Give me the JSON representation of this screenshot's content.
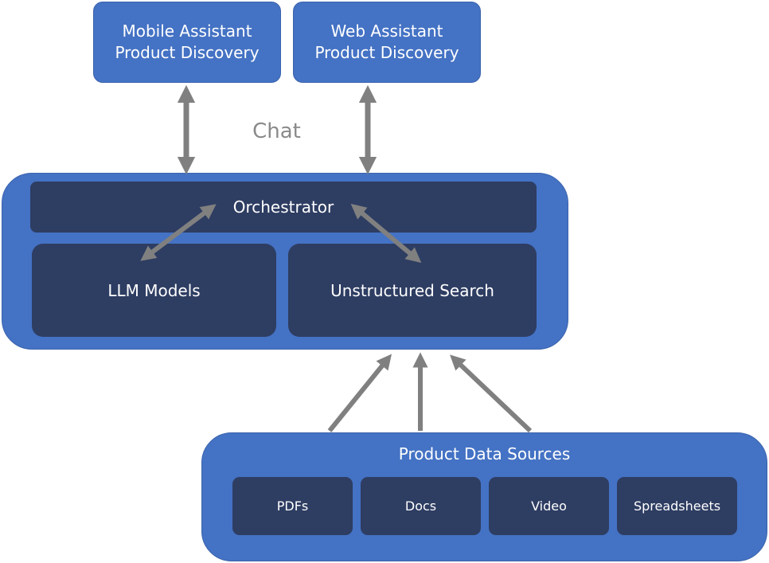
{
  "clients": {
    "mobile": "Mobile Assistant\nProduct Discovery",
    "web": "Web Assistant\nProduct Discovery"
  },
  "chat_label": "Chat",
  "core": {
    "orchestrator": "Orchestrator",
    "llm_models": "LLM Models",
    "unstructured_search": "Unstructured Search"
  },
  "sources": {
    "title": "Product Data Sources",
    "items": [
      "PDFs",
      "Docs",
      "Video",
      "Spreadsheets"
    ]
  },
  "colors": {
    "light_blue": "#4472c4",
    "dark_navy": "#2e3d62",
    "arrow_gray": "#808080"
  }
}
